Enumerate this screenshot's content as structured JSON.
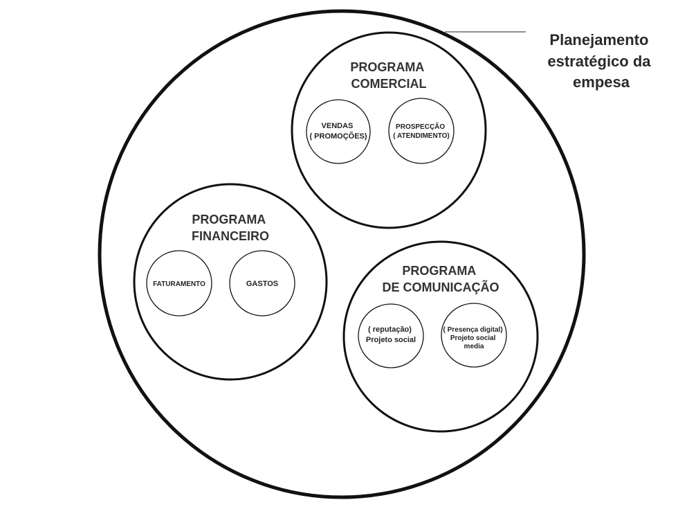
{
  "callout": {
    "line1": "Planejamento",
    "line2": "estratégico da",
    "line3": "empesa"
  },
  "programs": {
    "comercial": {
      "title1": "PROGRAMA",
      "title2": "COMERCIAL",
      "sub1": {
        "line1": "VENDAS",
        "line2": "( PROMOÇÕES)"
      },
      "sub2": {
        "line1": "PROSPECÇÃO",
        "line2": "( ATENDIMENTO)"
      }
    },
    "financeiro": {
      "title1": "PROGRAMA",
      "title2": "FINANCEIRO",
      "sub1": {
        "line1": "FATURAMENTO"
      },
      "sub2": {
        "line1": "GASTOS"
      }
    },
    "comunicacao": {
      "title1": "PROGRAMA",
      "title2": "DE COMUNICAÇÃO",
      "sub1": {
        "line1": "( reputação)",
        "line2": "Projeto social"
      },
      "sub2": {
        "line1": "( Presença digital)",
        "line2": "Projeto social",
        "line3": "media"
      }
    }
  }
}
